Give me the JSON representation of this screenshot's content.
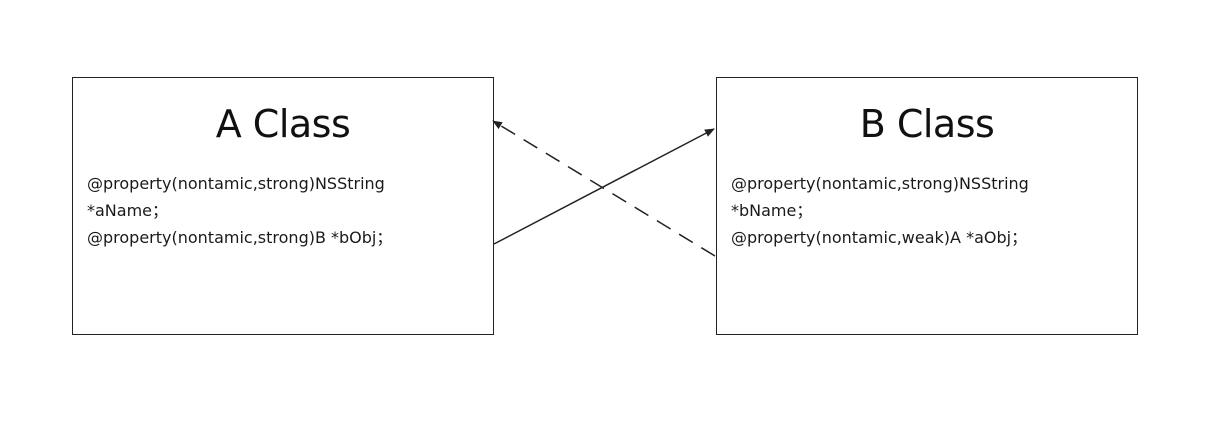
{
  "classes": [
    {
      "title": "A Class",
      "lines": [
        "@property(nontamic,strong)NSString",
        "*aName；",
        "@property(nontamic,strong)B *bObj；"
      ]
    },
    {
      "title": "B Class",
      "lines": [
        "@property(nontamic,strong)NSString",
        "*bName；",
        "@property(nontamic,weak)A *aObj；"
      ]
    }
  ],
  "connections": [
    {
      "from": "A Class",
      "to": "B Class",
      "style": "solid"
    },
    {
      "from": "B Class",
      "to": "A Class",
      "style": "dashed"
    }
  ],
  "colors": {
    "stroke": "#222222",
    "text": "#1a1a1a"
  }
}
